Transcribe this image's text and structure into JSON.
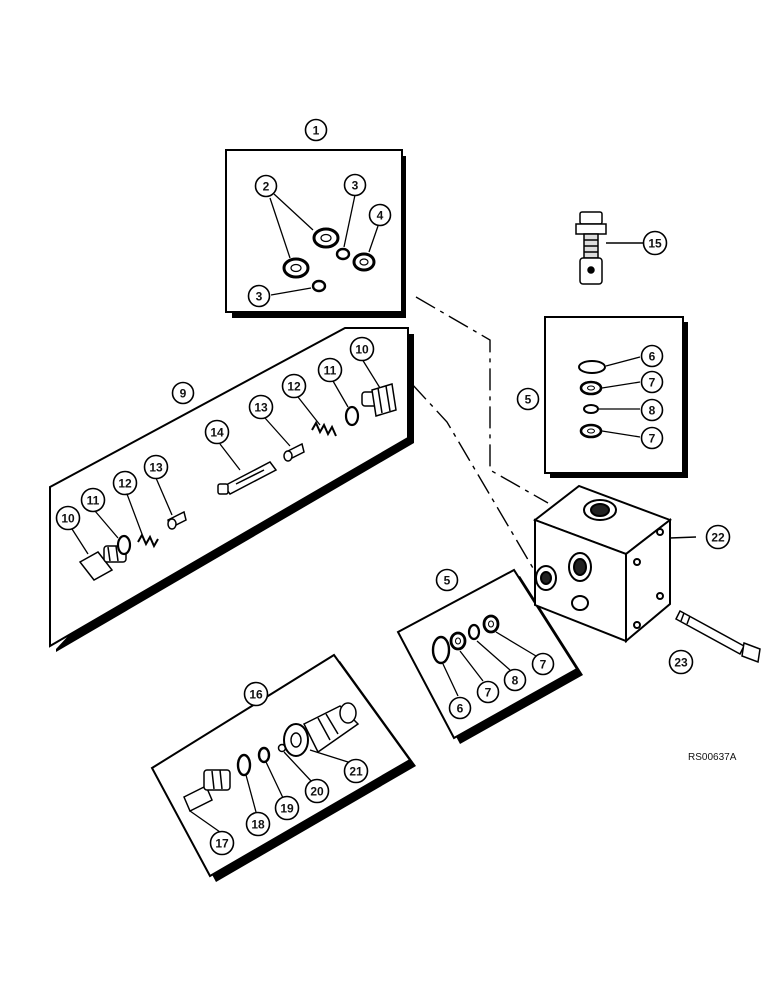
{
  "reference_code": "RS00637A",
  "callouts": [
    {
      "id": "c1",
      "label": "1"
    },
    {
      "id": "c2",
      "label": "2"
    },
    {
      "id": "c3a",
      "label": "3"
    },
    {
      "id": "c3b",
      "label": "3"
    },
    {
      "id": "c4",
      "label": "4"
    },
    {
      "id": "c15",
      "label": "15"
    },
    {
      "id": "c5a",
      "label": "5"
    },
    {
      "id": "c6a",
      "label": "6"
    },
    {
      "id": "c7a",
      "label": "7"
    },
    {
      "id": "c8a",
      "label": "8"
    },
    {
      "id": "c7b",
      "label": "7"
    },
    {
      "id": "c9",
      "label": "9"
    },
    {
      "id": "c10a",
      "label": "10"
    },
    {
      "id": "c11a",
      "label": "11"
    },
    {
      "id": "c12a",
      "label": "12"
    },
    {
      "id": "c13a",
      "label": "13"
    },
    {
      "id": "c14",
      "label": "14"
    },
    {
      "id": "c10b",
      "label": "10"
    },
    {
      "id": "c11b",
      "label": "11"
    },
    {
      "id": "c12b",
      "label": "12"
    },
    {
      "id": "c13b",
      "label": "13"
    },
    {
      "id": "c22",
      "label": "22"
    },
    {
      "id": "c5b",
      "label": "5"
    },
    {
      "id": "c6b",
      "label": "6"
    },
    {
      "id": "c7c",
      "label": "7"
    },
    {
      "id": "c8b",
      "label": "8"
    },
    {
      "id": "c7d",
      "label": "7"
    },
    {
      "id": "c23",
      "label": "23"
    },
    {
      "id": "c16",
      "label": "16"
    },
    {
      "id": "c17",
      "label": "17"
    },
    {
      "id": "c18",
      "label": "18"
    },
    {
      "id": "c19",
      "label": "19"
    },
    {
      "id": "c20",
      "label": "20"
    },
    {
      "id": "c21",
      "label": "21"
    }
  ]
}
